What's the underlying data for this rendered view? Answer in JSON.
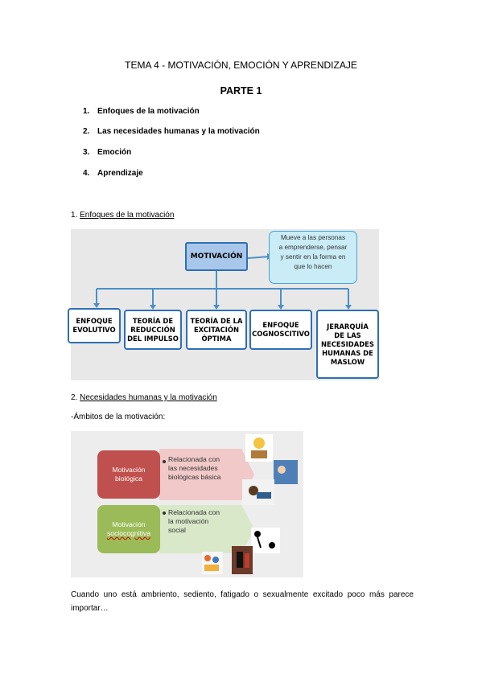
{
  "title": "TEMA 4 - MOTIVACIÓN, EMOCIÓN Y APRENDIZAJE",
  "subtitle": "PARTE 1",
  "list": [
    {
      "num": "1.",
      "label": "Enfoques de la motivación"
    },
    {
      "num": "2.",
      "label": "Las necesidades humanas y la motivación"
    },
    {
      "num": "3.",
      "label": "Emoción"
    },
    {
      "num": "4.",
      "label": "Aprendizaje"
    }
  ],
  "section1": {
    "num": "1.",
    "title": "Enfoques de la motivación"
  },
  "diagram1": {
    "center": "MOTIVACIÓN",
    "note": [
      "Mueve a las personas",
      "a emprenderse, pensar",
      "y sentir en la forma en",
      "que lo hacen"
    ],
    "children": [
      [
        "ENFOQUE",
        "EVOLUTIVO"
      ],
      [
        "TEORÍA DE",
        "REDUCCIÓN",
        "DEL IMPULSO"
      ],
      [
        "TEORÍA DE LA",
        "EXCITACIÓN",
        "ÓPTIMA"
      ],
      [
        "ENFOQUE",
        "COGNOSCITIVO"
      ],
      [
        "JERARQUÍA",
        "DE LAS",
        "NECESIDADES",
        "HUMANAS DE",
        "MASLOW"
      ]
    ]
  },
  "section2": {
    "num": "2.",
    "title": "Necesidades humanas y la motivación"
  },
  "ambitos": "-Ámbitos de la motivación:",
  "diagram2": {
    "items": [
      {
        "label": [
          "Motivación",
          "biológica"
        ],
        "desc": [
          "Relacionada con",
          "las necesidades",
          "biológicas básica"
        ],
        "color": "#c0504d"
      },
      {
        "label": [
          "Motivación",
          "sociocognitiva"
        ],
        "desc": [
          "Relacionada con",
          "la motivación",
          "social"
        ],
        "color": "#9bbb59"
      }
    ]
  },
  "paragraph": "Cuando uno está ambriento, sediento, fatigado o sexualmente excitado poco más parece importar…"
}
